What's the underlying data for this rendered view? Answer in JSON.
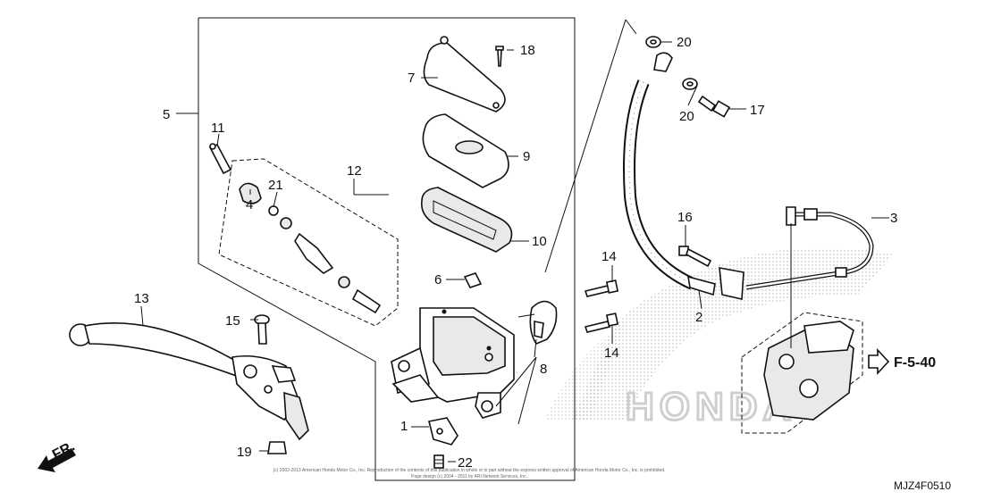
{
  "diagram": {
    "callouts": {
      "c1": "1",
      "c2": "2",
      "c3": "3",
      "c4": "4",
      "c5": "5",
      "c6": "6",
      "c7": "7",
      "c8": "8",
      "c9": "9",
      "c10": "10",
      "c11": "11",
      "c12": "12",
      "c13": "13",
      "c14a": "14",
      "c14b": "14",
      "c15": "15",
      "c16": "16",
      "c17": "17",
      "c18": "18",
      "c19": "19",
      "c20a": "20",
      "c20b": "20",
      "c21": "21",
      "c22": "22"
    },
    "direction_label": "FR.",
    "reference_label": "F-5-40",
    "diagram_code": "MJZ4F0510",
    "copyright_line1": "(c) 2002-2013 American Honda Motor Co., Inc. Reproduction of the contents of this publication in whole or in part without the express written approval of American Honda Motor Co., Inc. is prohibited.",
    "copyright_line2": "Page design (c) 2004 - 2011 by ARI Network Services, Inc.",
    "watermark": "HONDA",
    "colors": {
      "ink": "#111111",
      "paper": "#ffffff",
      "watermark": "#cfcfcf"
    }
  }
}
